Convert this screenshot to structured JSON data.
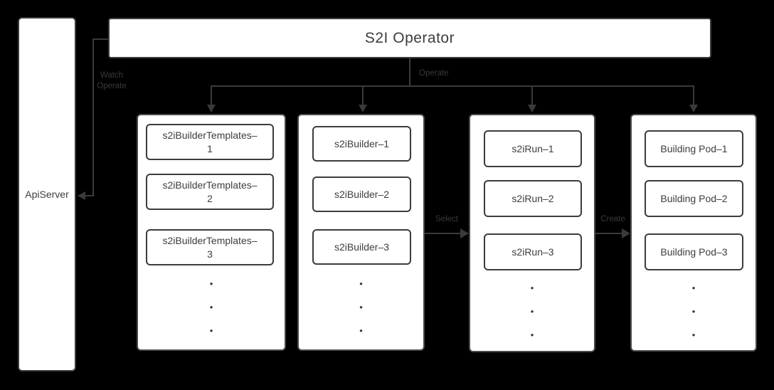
{
  "colors": {
    "background": "#000000",
    "node_fill": "#ffffff",
    "ink": "#3a3a3a"
  },
  "operator": {
    "title": "S2I Operator"
  },
  "api_server": {
    "label": "ApiServer"
  },
  "edges": {
    "watch": {
      "line1": "Watch",
      "line2": "Operate"
    },
    "operate": {
      "label": "Operate"
    },
    "select": {
      "label": "Select"
    },
    "create": {
      "label": "Create"
    }
  },
  "panels": [
    {
      "id": "s2i-builder-templates",
      "items": [
        {
          "line1": "s2iBuilderTemplates–",
          "line2": "1"
        },
        {
          "line1": "s2iBuilderTemplates–",
          "line2": "2"
        },
        {
          "line1": "s2iBuilderTemplates–",
          "line2": "3"
        }
      ],
      "more": [
        "•",
        "•",
        "•"
      ]
    },
    {
      "id": "s2i-builder",
      "items": [
        {
          "line1": "s2iBuilder–1"
        },
        {
          "line1": "s2iBuilder–2"
        },
        {
          "line1": "s2iBuilder–3"
        }
      ],
      "more": [
        "•",
        "•",
        "•"
      ]
    },
    {
      "id": "s2i-run",
      "items": [
        {
          "line1": "s2iRun–1"
        },
        {
          "line1": "s2iRun–2"
        },
        {
          "line1": "s2iRun–3"
        }
      ],
      "more": [
        "•",
        "•",
        "•"
      ]
    },
    {
      "id": "building-pod",
      "items": [
        {
          "line1": "Building Pod–1"
        },
        {
          "line1": "Building Pod–2"
        },
        {
          "line1": "Building Pod–3"
        }
      ],
      "more": [
        "•",
        "•",
        "•"
      ]
    }
  ]
}
